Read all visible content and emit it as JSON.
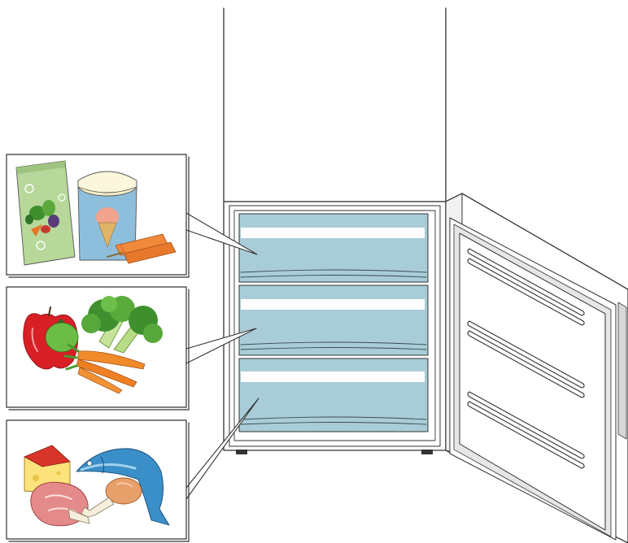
{
  "diagram": {
    "subject": "freezer-compartment-storage-guide",
    "drawers": [
      {
        "position": "top",
        "contents": [
          "frozen-vegetables-bag-icon",
          "ice-cream-tub-icon",
          "fish-fingers-icon"
        ]
      },
      {
        "position": "middle",
        "contents": [
          "apple-icon",
          "pepper-icon",
          "broccoli-icon",
          "carrots-icon"
        ]
      },
      {
        "position": "bottom",
        "contents": [
          "cheese-icon",
          "fish-icon",
          "steak-icon",
          "chicken-leg-icon"
        ]
      }
    ],
    "door_state": "open",
    "door_racks": 3,
    "colors": {
      "drawer_fill": "#a9cdd8",
      "drawer_stripe": "#ffffff",
      "outline": "#333333",
      "door_panel": "#e6e6e6"
    }
  }
}
